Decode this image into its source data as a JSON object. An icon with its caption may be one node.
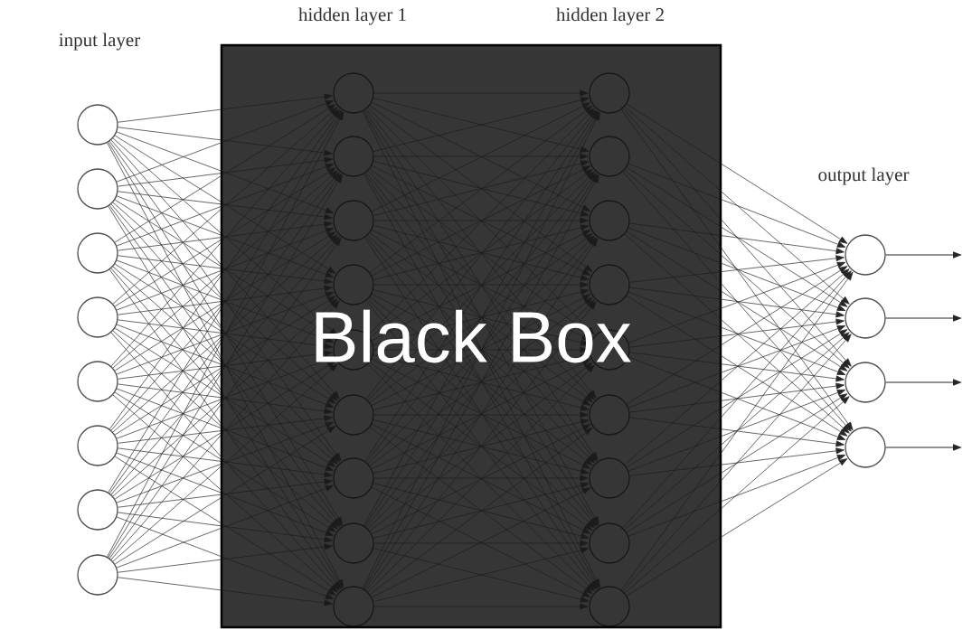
{
  "diagram": {
    "nodes": [
      {
        "text": [],
        "shape": "circle"
      },
      {
        "text": [],
        "shape": "circle"
      },
      {
        "text": [],
        "shape": "circle"
      },
      {
        "text": [],
        "shape": "circle"
      },
      {
        "text": [],
        "shape": "circle"
      },
      {
        "text": [],
        "shape": "circle"
      },
      {
        "text": [],
        "shape": "circle"
      },
      {
        "text": [],
        "shape": "circle"
      },
      {
        "text": [
          "Black Box"
        ]
      },
      {
        "text": [],
        "shape": "circle",
        "in": 8
      },
      {
        "text": [],
        "shape": "circle",
        "in": 8
      },
      {
        "text": [],
        "shape": "circle",
        "in": 8
      },
      {
        "text": [],
        "shape": "circle",
        "in": 8
      },
      {
        "text": [],
        "shape": "circle",
        "in": 8
      },
      {
        "text": [],
        "shape": "circle",
        "in": 8
      },
      {
        "text": [],
        "shape": "circle",
        "in": 8
      },
      {
        "text": [],
        "shape": "circle",
        "in": 8
      },
      {
        "text": [],
        "shape": "circle",
        "in": 8
      },
      {
        "text": [],
        "shape": "circle",
        "in": 8
      },
      {
        "text": [],
        "shape": "circle",
        "in": 8
      },
      {
        "text": [],
        "shape": "circle",
        "in": 8
      },
      {
        "text": [],
        "shape": "circle",
        "in": 8
      },
      {
        "text": [],
        "shape": "circle",
        "in": 8
      },
      {
        "text": [],
        "shape": "circle",
        "in": 8
      },
      {
        "text": [],
        "shape": "circle",
        "in": 8
      },
      {
        "text": [],
        "shape": "circle",
        "in": 8
      },
      {
        "text": [],
        "shape": "circle",
        "in": 8
      },
      {
        "text": [],
        "shape": "circle"
      },
      {
        "text": [],
        "shape": "circle"
      },
      {
        "text": [],
        "shape": "circle"
      },
      {
        "text": [],
        "shape": "circle"
      }
    ],
    "edges": [
      {
        "from": 0,
        "to": 9,
        "arrow": "to"
      },
      {
        "from": 0,
        "to": 10,
        "arrow": "to"
      },
      {
        "from": 0,
        "to": 11,
        "arrow": "to"
      },
      {
        "from": 0,
        "to": 12,
        "arrow": "to"
      },
      {
        "from": 0,
        "to": 13,
        "arrow": "to"
      },
      {
        "from": 0,
        "to": 14,
        "arrow": "to"
      },
      {
        "from": 0,
        "to": 15,
        "arrow": "to"
      },
      {
        "from": 0,
        "to": 16,
        "arrow": "to"
      },
      {
        "from": 0,
        "to": 17,
        "arrow": "to"
      },
      {
        "from": 1,
        "to": 9,
        "arrow": "to"
      },
      {
        "from": 1,
        "to": 10,
        "arrow": "to"
      },
      {
        "from": 1,
        "to": 11,
        "arrow": "to"
      },
      {
        "from": 1,
        "to": 12,
        "arrow": "to"
      },
      {
        "from": 1,
        "to": 13,
        "arrow": "to"
      },
      {
        "from": 1,
        "to": 14,
        "arrow": "to"
      },
      {
        "from": 1,
        "to": 15,
        "arrow": "to"
      },
      {
        "from": 1,
        "to": 16,
        "arrow": "to"
      },
      {
        "from": 1,
        "to": 17,
        "arrow": "to"
      },
      {
        "from": 2,
        "to": 9,
        "arrow": "to"
      },
      {
        "from": 2,
        "to": 10,
        "arrow": "to"
      },
      {
        "from": 2,
        "to": 11,
        "arrow": "to"
      },
      {
        "from": 2,
        "to": 12,
        "arrow": "to"
      },
      {
        "from": 2,
        "to": 13,
        "arrow": "to"
      },
      {
        "from": 2,
        "to": 14,
        "arrow": "to"
      },
      {
        "from": 2,
        "to": 15,
        "arrow": "to"
      },
      {
        "from": 2,
        "to": 16,
        "arrow": "to"
      },
      {
        "from": 2,
        "to": 17,
        "arrow": "to"
      },
      {
        "from": 3,
        "to": 9,
        "arrow": "to"
      },
      {
        "from": 3,
        "to": 10,
        "arrow": "to"
      },
      {
        "from": 3,
        "to": 11,
        "arrow": "to"
      },
      {
        "from": 3,
        "to": 12,
        "arrow": "to"
      },
      {
        "from": 3,
        "to": 13,
        "arrow": "to"
      },
      {
        "from": 3,
        "to": 14,
        "arrow": "to"
      },
      {
        "from": 3,
        "to": 15,
        "arrow": "to"
      },
      {
        "from": 3,
        "to": 16,
        "arrow": "to"
      },
      {
        "from": 3,
        "to": 17,
        "arrow": "to"
      },
      {
        "from": 4,
        "to": 9,
        "arrow": "to"
      },
      {
        "from": 4,
        "to": 10,
        "arrow": "to"
      },
      {
        "from": 4,
        "to": 11,
        "arrow": "to"
      },
      {
        "from": 4,
        "to": 12,
        "arrow": "to"
      },
      {
        "from": 4,
        "to": 13,
        "arrow": "to"
      },
      {
        "from": 4,
        "to": 14,
        "arrow": "to"
      },
      {
        "from": 4,
        "to": 15,
        "arrow": "to"
      },
      {
        "from": 4,
        "to": 16,
        "arrow": "to"
      },
      {
        "from": 4,
        "to": 17,
        "arrow": "to"
      },
      {
        "from": 5,
        "to": 9,
        "arrow": "to"
      },
      {
        "from": 5,
        "to": 10,
        "arrow": "to"
      },
      {
        "from": 5,
        "to": 11,
        "arrow": "to"
      },
      {
        "from": 5,
        "to": 12,
        "arrow": "to"
      },
      {
        "from": 5,
        "to": 13,
        "arrow": "to"
      },
      {
        "from": 5,
        "to": 14,
        "arrow": "to"
      },
      {
        "from": 5,
        "to": 15,
        "arrow": "to"
      },
      {
        "from": 5,
        "to": 16,
        "arrow": "to"
      },
      {
        "from": 5,
        "to": 17,
        "arrow": "to"
      },
      {
        "from": 6,
        "to": 9,
        "arrow": "to"
      },
      {
        "from": 6,
        "to": 10,
        "arrow": "to"
      },
      {
        "from": 6,
        "to": 11,
        "arrow": "to"
      },
      {
        "from": 6,
        "to": 12,
        "arrow": "to"
      },
      {
        "from": 6,
        "to": 13,
        "arrow": "to"
      },
      {
        "from": 6,
        "to": 14,
        "arrow": "to"
      },
      {
        "from": 6,
        "to": 15,
        "arrow": "to"
      },
      {
        "from": 6,
        "to": 16,
        "arrow": "to"
      },
      {
        "from": 6,
        "to": 17,
        "arrow": "to"
      },
      {
        "from": 7,
        "to": 9,
        "arrow": "to"
      },
      {
        "from": 7,
        "to": 10,
        "arrow": "to"
      },
      {
        "from": 7,
        "to": 11,
        "arrow": "to"
      },
      {
        "from": 7,
        "to": 12,
        "arrow": "to"
      },
      {
        "from": 7,
        "to": 13,
        "arrow": "to"
      },
      {
        "from": 7,
        "to": 14,
        "arrow": "to"
      },
      {
        "from": 7,
        "to": 15,
        "arrow": "to"
      },
      {
        "from": 7,
        "to": 16,
        "arrow": "to"
      },
      {
        "from": 7,
        "to": 17,
        "arrow": "to"
      },
      {
        "from": 9,
        "to": 18,
        "arrow": "to"
      },
      {
        "from": 9,
        "to": 19,
        "arrow": "to"
      },
      {
        "from": 9,
        "to": 20,
        "arrow": "to"
      },
      {
        "from": 9,
        "to": 21,
        "arrow": "to"
      },
      {
        "from": 9,
        "to": 22,
        "arrow": "to"
      },
      {
        "from": 9,
        "to": 23,
        "arrow": "to"
      },
      {
        "from": 9,
        "to": 24,
        "arrow": "to"
      },
      {
        "from": 9,
        "to": 25,
        "arrow": "to"
      },
      {
        "from": 9,
        "to": 26,
        "arrow": "to"
      },
      {
        "from": 10,
        "to": 18,
        "arrow": "to"
      },
      {
        "from": 10,
        "to": 19,
        "arrow": "to"
      },
      {
        "from": 10,
        "to": 20,
        "arrow": "to"
      },
      {
        "from": 10,
        "to": 21,
        "arrow": "to"
      },
      {
        "from": 10,
        "to": 22,
        "arrow": "to"
      },
      {
        "from": 10,
        "to": 23,
        "arrow": "to"
      },
      {
        "from": 10,
        "to": 24,
        "arrow": "to"
      },
      {
        "from": 10,
        "to": 25,
        "arrow": "to"
      },
      {
        "from": 10,
        "to": 26,
        "arrow": "to"
      },
      {
        "from": 11,
        "to": 18,
        "arrow": "to"
      },
      {
        "from": 11,
        "to": 19,
        "arrow": "to"
      },
      {
        "from": 11,
        "to": 20,
        "arrow": "to"
      },
      {
        "from": 11,
        "to": 21,
        "arrow": "to"
      },
      {
        "from": 11,
        "to": 22,
        "arrow": "to"
      },
      {
        "from": 11,
        "to": 23,
        "arrow": "to"
      },
      {
        "from": 11,
        "to": 24,
        "arrow": "to"
      },
      {
        "from": 11,
        "to": 25,
        "arrow": "to"
      },
      {
        "from": 11,
        "to": 26,
        "arrow": "to"
      },
      {
        "from": 12,
        "to": 18,
        "arrow": "to"
      },
      {
        "from": 12,
        "to": 19,
        "arrow": "to"
      },
      {
        "from": 12,
        "to": 20,
        "arrow": "to"
      },
      {
        "from": 12,
        "to": 21,
        "arrow": "to"
      },
      {
        "from": 12,
        "to": 22,
        "arrow": "to"
      },
      {
        "from": 12,
        "to": 23,
        "arrow": "to"
      },
      {
        "from": 12,
        "to": 24,
        "arrow": "to"
      },
      {
        "from": 12,
        "to": 25,
        "arrow": "to"
      },
      {
        "from": 12,
        "to": 26,
        "arrow": "to"
      },
      {
        "from": 13,
        "to": 18,
        "arrow": "to"
      },
      {
        "from": 13,
        "to": 19,
        "arrow": "to"
      },
      {
        "from": 13,
        "to": 20,
        "arrow": "to"
      },
      {
        "from": 13,
        "to": 21,
        "arrow": "to"
      },
      {
        "from": 13,
        "to": 22,
        "arrow": "to"
      },
      {
        "from": 13,
        "to": 23,
        "arrow": "to"
      },
      {
        "from": 13,
        "to": 24,
        "arrow": "to"
      },
      {
        "from": 13,
        "to": 25,
        "arrow": "to"
      },
      {
        "from": 13,
        "to": 26,
        "arrow": "to"
      },
      {
        "from": 14,
        "to": 18,
        "arrow": "to"
      },
      {
        "from": 14,
        "to": 19,
        "arrow": "to"
      },
      {
        "from": 14,
        "to": 20,
        "arrow": "to"
      },
      {
        "from": 14,
        "to": 21,
        "arrow": "to"
      },
      {
        "from": 14,
        "to": 22,
        "arrow": "to"
      },
      {
        "from": 14,
        "to": 23,
        "arrow": "to"
      },
      {
        "from": 14,
        "to": 24,
        "arrow": "to"
      },
      {
        "from": 14,
        "to": 25,
        "arrow": "to"
      },
      {
        "from": 14,
        "to": 26,
        "arrow": "to"
      },
      {
        "from": 15,
        "to": 18,
        "arrow": "to"
      },
      {
        "from": 15,
        "to": 19,
        "arrow": "to"
      },
      {
        "from": 15,
        "to": 20,
        "arrow": "to"
      },
      {
        "from": 15,
        "to": 21,
        "arrow": "to"
      },
      {
        "from": 15,
        "to": 22,
        "arrow": "to"
      },
      {
        "from": 15,
        "to": 23,
        "arrow": "to"
      },
      {
        "from": 15,
        "to": 24,
        "arrow": "to"
      },
      {
        "from": 15,
        "to": 25,
        "arrow": "to"
      },
      {
        "from": 15,
        "to": 26,
        "arrow": "to"
      },
      {
        "from": 16,
        "to": 18,
        "arrow": "to"
      },
      {
        "from": 16,
        "to": 19,
        "arrow": "to"
      },
      {
        "from": 16,
        "to": 20,
        "arrow": "to"
      },
      {
        "from": 16,
        "to": 21,
        "arrow": "to"
      },
      {
        "from": 16,
        "to": 22,
        "arrow": "to"
      },
      {
        "from": 16,
        "to": 23,
        "arrow": "to"
      },
      {
        "from": 16,
        "to": 24,
        "arrow": "to"
      },
      {
        "from": 16,
        "to": 25,
        "arrow": "to"
      },
      {
        "from": 16,
        "to": 26,
        "arrow": "to"
      },
      {
        "from": 17,
        "to": 18,
        "arrow": "to"
      },
      {
        "from": 17,
        "to": 19,
        "arrow": "to"
      },
      {
        "from": 17,
        "to": 20,
        "arrow": "to"
      },
      {
        "from": 17,
        "to": 21,
        "arrow": "to"
      },
      {
        "from": 17,
        "to": 22,
        "arrow": "to"
      },
      {
        "from": 17,
        "to": 23,
        "arrow": "to"
      },
      {
        "from": 17,
        "to": 24,
        "arrow": "to"
      },
      {
        "from": 17,
        "to": 25,
        "arrow": "to"
      },
      {
        "from": 17,
        "to": 26,
        "arrow": "to"
      },
      {
        "from": 18,
        "to": 27,
        "arrow": "to"
      },
      {
        "from": 18,
        "to": 28,
        "arrow": "to"
      },
      {
        "from": 18,
        "to": 29,
        "arrow": "to"
      },
      {
        "from": 18,
        "to": 30,
        "arrow": "to"
      },
      {
        "from": 19,
        "to": 27,
        "arrow": "to"
      },
      {
        "from": 19,
        "to": 28,
        "arrow": "to"
      },
      {
        "from": 19,
        "to": 29,
        "arrow": "to"
      },
      {
        "from": 19,
        "to": 30,
        "arrow": "to"
      },
      {
        "from": 20,
        "to": 27,
        "arrow": "to"
      },
      {
        "from": 20,
        "to": 28,
        "arrow": "to"
      },
      {
        "from": 20,
        "to": 29,
        "arrow": "to"
      },
      {
        "from": 20,
        "to": 30,
        "arrow": "to"
      },
      {
        "from": 21,
        "to": 27,
        "arrow": "to"
      },
      {
        "from": 21,
        "to": 28,
        "arrow": "to"
      },
      {
        "from": 21,
        "to": 29,
        "arrow": "to"
      },
      {
        "from": 21,
        "to": 30,
        "arrow": "to"
      },
      {
        "from": 22,
        "to": 27,
        "arrow": "to"
      },
      {
        "from": 22,
        "to": 28,
        "arrow": "to"
      },
      {
        "from": 22,
        "to": 29,
        "arrow": "to"
      },
      {
        "from": 22,
        "to": 30,
        "arrow": "to"
      },
      {
        "from": 23,
        "to": 27,
        "arrow": "to"
      },
      {
        "from": 23,
        "to": 28,
        "arrow": "to"
      },
      {
        "from": 23,
        "to": 29,
        "arrow": "to"
      },
      {
        "from": 23,
        "to": 30,
        "arrow": "to"
      },
      {
        "from": 24,
        "to": 27,
        "arrow": "to"
      },
      {
        "from": 24,
        "to": 28,
        "arrow": "to"
      },
      {
        "from": 24,
        "to": 29,
        "arrow": "to"
      },
      {
        "from": 24,
        "to": 30,
        "arrow": "to"
      },
      {
        "from": 25,
        "to": 27,
        "arrow": "to"
      },
      {
        "from": 25,
        "to": 28,
        "arrow": "to"
      },
      {
        "from": 25,
        "to": 29,
        "arrow": "to"
      },
      {
        "from": 25,
        "to": 30,
        "arrow": "to"
      },
      {
        "from": 26,
        "to": 27,
        "arrow": "to"
      },
      {
        "from": 26,
        "to": 28,
        "arrow": "to"
      },
      {
        "from": 26,
        "to": 29,
        "arrow": "to"
      },
      {
        "from": 26,
        "to": 30,
        "arrow": "to"
      },
      {
        "from": 27,
        "to": null,
        "arrow": "to"
      },
      {
        "from": 28,
        "to": null,
        "arrow": "to"
      },
      {
        "from": 29,
        "to": null,
        "arrow": "to"
      },
      {
        "from": 30,
        "to": null,
        "arrow": "to"
      }
    ],
    "labels": [
      "input layer",
      "hidden layer 1",
      "hidden layer 2",
      "output layer"
    ]
  }
}
